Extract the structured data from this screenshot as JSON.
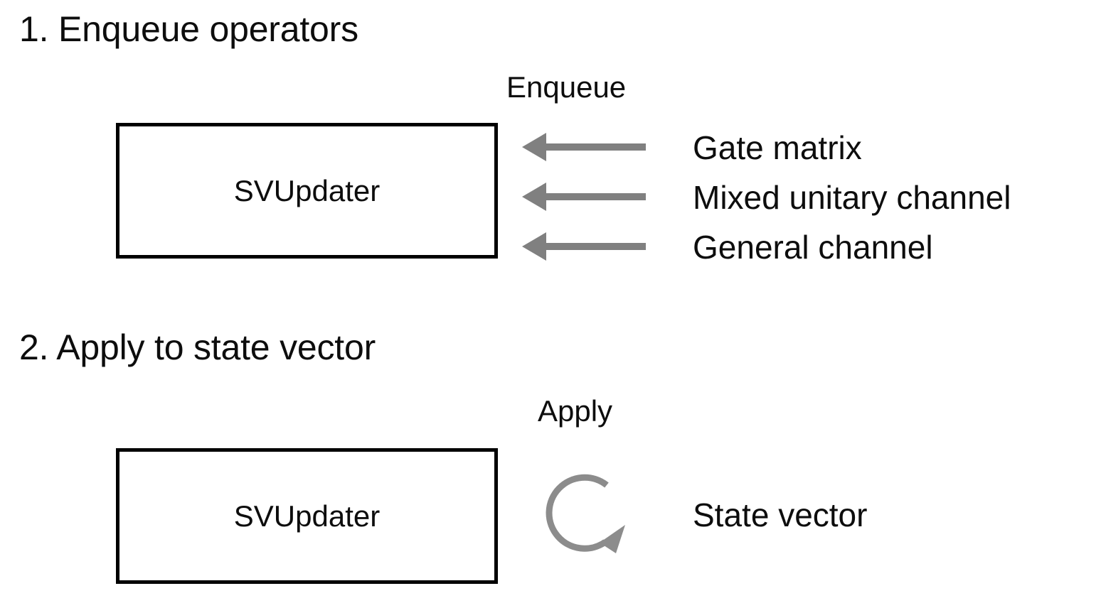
{
  "figure": {
    "background_color": "#ffffff",
    "text_color": "#0d0d0d",
    "arrow_color": "#808080",
    "box_border_color": "#000000"
  },
  "sections": [
    {
      "heading": "1. Enqueue operators",
      "caption": "Enqueue",
      "box_label": "SVUpdater",
      "items": [
        "Gate matrix",
        "Mixed unitary channel",
        "General channel"
      ]
    },
    {
      "heading": "2. Apply to state vector",
      "caption": "Apply",
      "box_label": "SVUpdater",
      "items": [
        "State vector"
      ]
    }
  ],
  "icons": {
    "enqueue_arrow": "arrow-left-icon",
    "apply_loop": "circular-arrow-icon"
  }
}
